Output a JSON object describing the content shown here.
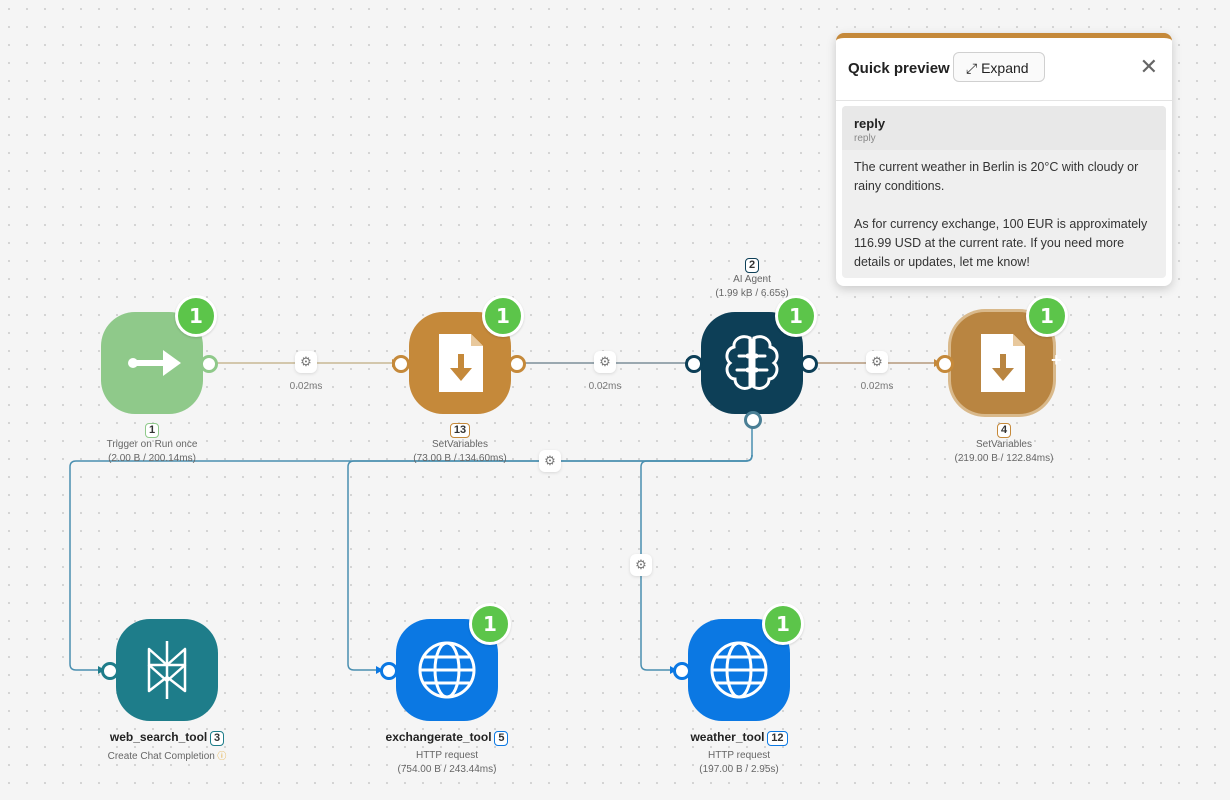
{
  "preview": {
    "title": "Quick preview",
    "expand_label": "Expand",
    "close_icon": "close-icon",
    "expand_icon": "expand-icon",
    "field_name": "reply",
    "field_type": "reply",
    "field_value": "The current weather in Berlin is 20°C with cloudy or rainy conditions.\n\nAs for currency exchange, 100 EUR is approximately 116.99 USD at the current rate. If you need more details or updates, let me know!",
    "accent_color": "#c5893a"
  },
  "nodes": {
    "trigger": {
      "badge": "1",
      "id": "1",
      "type": "Trigger on Run once",
      "stats": "(2.00 B / 200.14ms)",
      "color": "#8fc98a",
      "icon": "arrow-right-icon"
    },
    "setvar1": {
      "badge": "1",
      "id": "13",
      "type": "SetVariables",
      "stats": "(73.00 B / 134.60ms)",
      "color": "#c5893a",
      "icon": "file-download-icon"
    },
    "agent": {
      "badge": "1",
      "id": "2",
      "type": "AI Agent",
      "stats": "(1.99 kB / 6.65s)",
      "color": "#0d3f57",
      "icon": "brain-icon"
    },
    "setvar2": {
      "badge": "1",
      "id": "4",
      "type": "SetVariables",
      "stats": "(219.00 B / 122.84ms)",
      "color": "#c5893a",
      "icon": "file-download-icon"
    },
    "web_search": {
      "name": "web_search_tool",
      "id": "3",
      "type": "Create Chat Completion",
      "color": "#1e7d8a",
      "icon": "perplexity-icon"
    },
    "exchange": {
      "badge": "1",
      "name": "exchangerate_tool",
      "id": "5",
      "type": "HTTP request",
      "stats": "(754.00 B / 243.44ms)",
      "color": "#0b78e3",
      "icon": "globe-icon"
    },
    "weather": {
      "badge": "1",
      "name": "weather_tool",
      "id": "12",
      "type": "HTTP request",
      "stats": "(197.00 B / 2.95s)",
      "color": "#0b78e3",
      "icon": "globe-icon"
    }
  },
  "edges": {
    "t1": "0.02ms",
    "t2": "0.02ms",
    "t3": "0.02ms"
  }
}
